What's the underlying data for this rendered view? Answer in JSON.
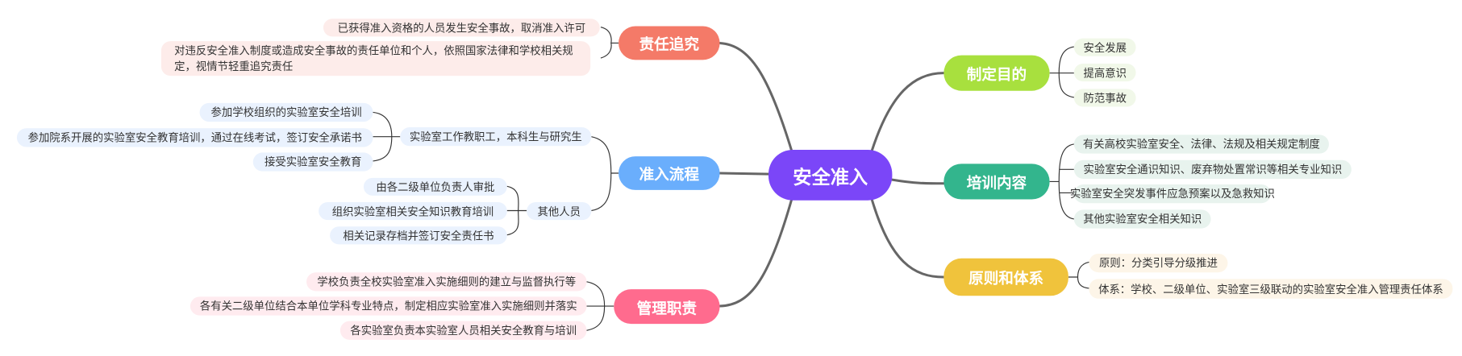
{
  "center": "安全准入",
  "colors": {
    "center": "#7b46f8",
    "responsibility": "#f47a68",
    "process": "#6aaefc",
    "management": "#ff6b8e",
    "purpose": "#a8e03e",
    "training": "#33b58d",
    "principle": "#f0c33c"
  },
  "branches": {
    "responsibility": {
      "label": "责任追究",
      "items": [
        "已获得准入资格的人员发生安全事故，取消准入许可",
        "对违反安全准入制度或造成安全事故的责任单位和个人，依照国家法律和学校相关规定，视情节轻重追究责任"
      ]
    },
    "process": {
      "label": "准入流程",
      "staff": {
        "label": "实验室工作教职工，本科生与研究生",
        "items": [
          "参加学校组织的实验室安全培训",
          "参加院系开展的实验室安全教育培训，通过在线考试，签订安全承诺书",
          "接受实验室安全教育"
        ]
      },
      "others": {
        "label": "其他人员",
        "items": [
          "由各二级单位负责人审批",
          "组织实验室相关安全知识教育培训",
          "相关记录存档并签订安全责任书"
        ]
      }
    },
    "management": {
      "label": "管理职责",
      "items": [
        "学校负责全校实验室准入实施细则的建立与监督执行等",
        "各有关二级单位结合本单位学科专业特点，制定相应实验室准入实施细则并落实",
        "各实验室负责本实验室人员相关安全教育与培训"
      ]
    },
    "purpose": {
      "label": "制定目的",
      "items": [
        "安全发展",
        "提高意识",
        "防范事故"
      ]
    },
    "training": {
      "label": "培训内容",
      "items": [
        "有关高校实验室安全、法律、法规及相关规定制度",
        "实验室安全通识知识、废弃物处置常识等相关专业知识",
        "实验室安全突发事件应急预案以及急救知识",
        "其他实验室安全相关知识"
      ]
    },
    "principle": {
      "label": "原则和体系",
      "items": [
        "原则：分类引导分级推进",
        "体系：学校、二级单位、实验室三级联动的实验室安全准入管理责任体系"
      ]
    }
  }
}
